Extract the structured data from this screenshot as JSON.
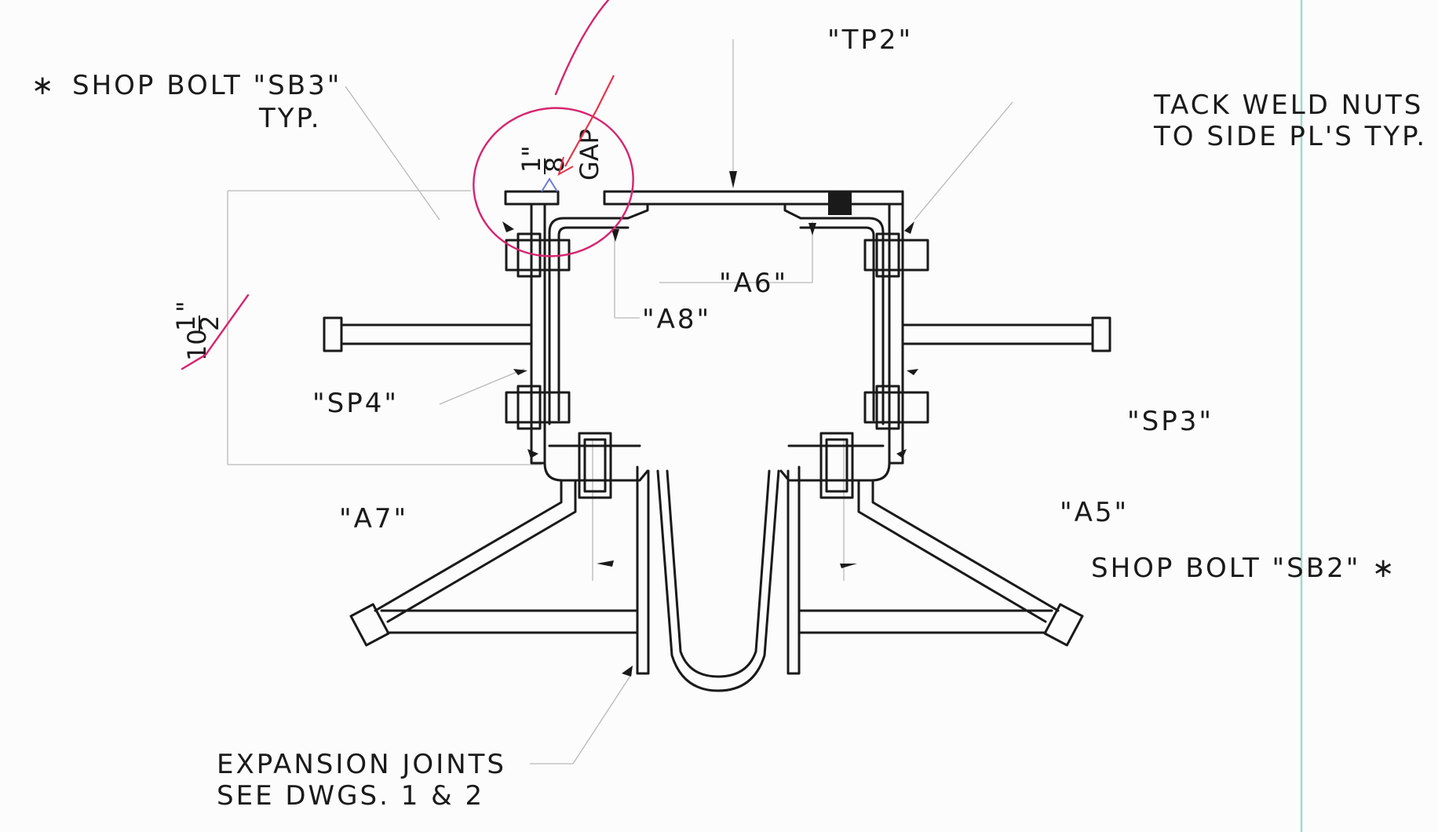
{
  "labels": {
    "shop_bolt_sb3": "SHOP BOLT \"SB3\"",
    "typ": "TYP.",
    "asterisk": "∗",
    "tp2": "\"TP2\"",
    "tack_weld_line1": "TACK WELD NUTS",
    "tack_weld_line2": "TO SIDE PL'S TYP.",
    "a6": "\"A6\"",
    "a8": "\"A8\"",
    "sp4": "\"SP4\"",
    "sp3": "\"SP3\"",
    "a7": "\"A7\"",
    "a5": "\"A5\"",
    "shop_bolt_sb2": "SHOP BOLT \"SB2\"",
    "expansion_line1": "EXPANSION JOINTS",
    "expansion_line2": "SEE DWGS. 1 & 2"
  },
  "dimensions": {
    "height_whole": "10",
    "height_num": "1",
    "height_den": "2",
    "height_inch": "\"",
    "gap_num": "1",
    "gap_den": "8",
    "gap_inch": "\"",
    "gap_word": "GAP"
  },
  "colors": {
    "line": "#1a1a1a",
    "markup": "#d6246e",
    "border": "#9fd8cf",
    "leader": "#b8b8b8"
  }
}
